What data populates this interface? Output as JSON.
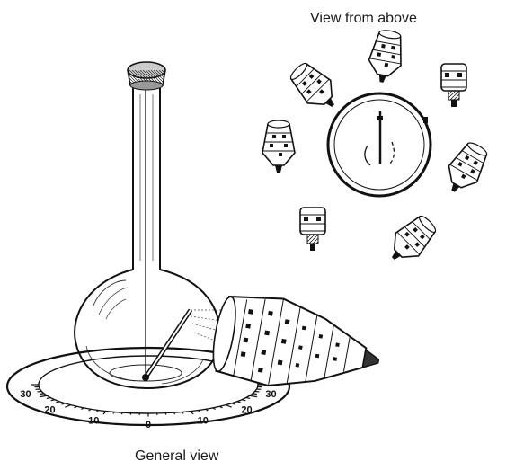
{
  "labels": {
    "view_from_above": "View from above",
    "general_view": "General view"
  },
  "scale_numbers": [
    "30",
    "20",
    "10",
    "0",
    "10",
    "20",
    "30"
  ],
  "icons": [
    "flask",
    "stopper",
    "thread",
    "mirror-pointer",
    "scale-dial",
    "bulb-lamp",
    "dial-top-view"
  ]
}
